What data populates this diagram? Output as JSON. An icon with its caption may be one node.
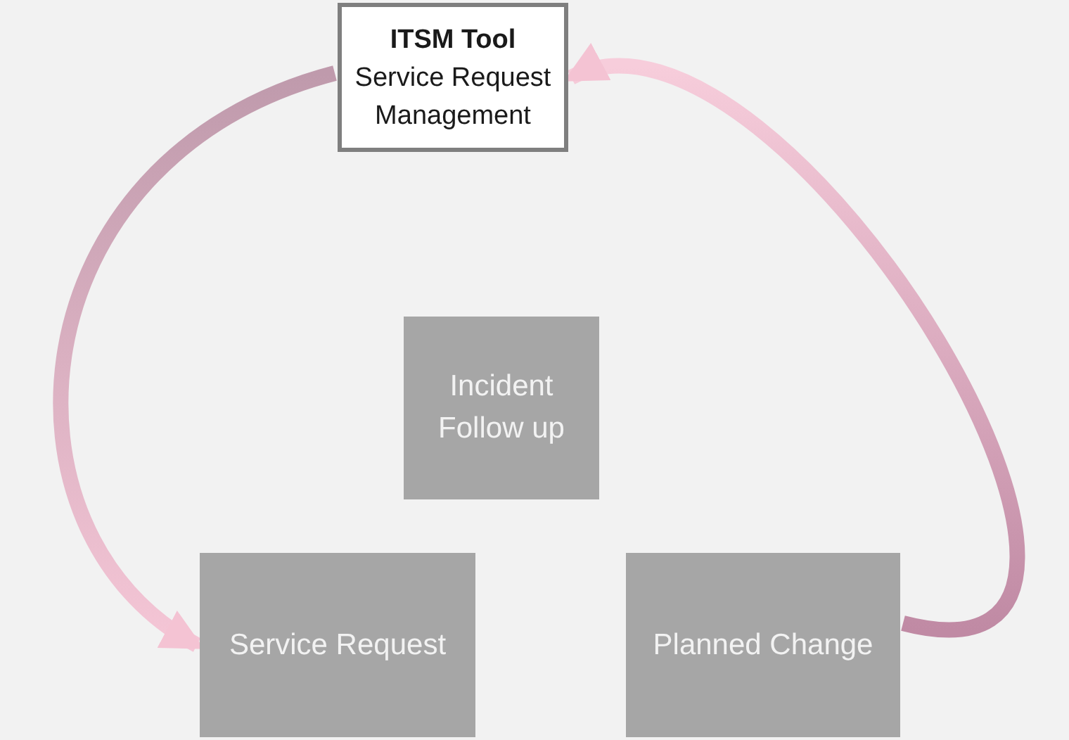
{
  "diagram": {
    "nodes": [
      {
        "text": [
          "ITSM Tool",
          "Service Request Management"
        ]
      },
      {
        "text": [
          "Incident Follow up"
        ]
      },
      {
        "text": [
          "Service Request"
        ]
      },
      {
        "text": [
          "Planned Change"
        ]
      }
    ],
    "edges": [
      {
        "from": 0,
        "to": 2,
        "arrow": "to"
      },
      {
        "from": 3,
        "to": 0,
        "arrow": "to"
      }
    ]
  }
}
